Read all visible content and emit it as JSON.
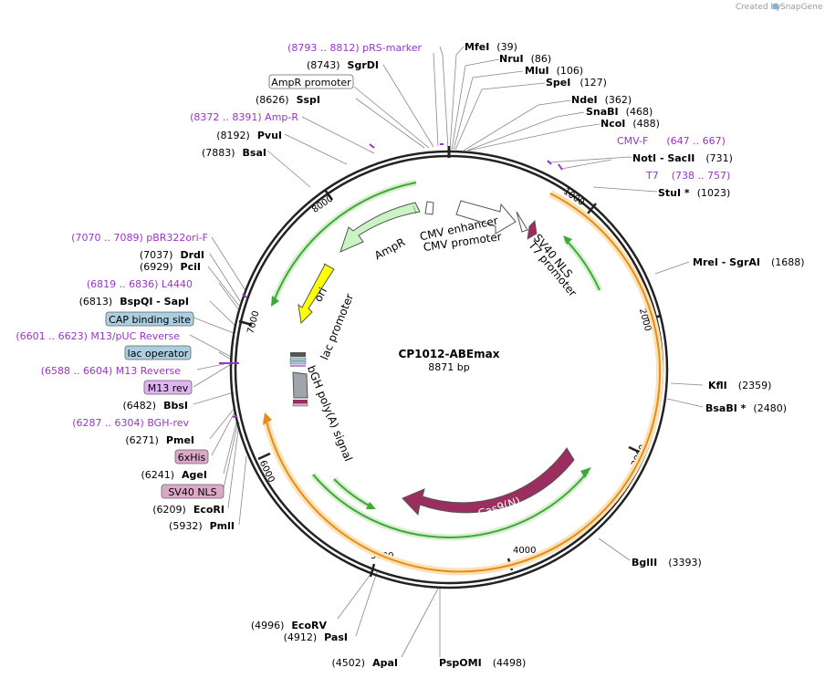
{
  "watermark": {
    "created_by": "Created by",
    "brand": "SnapGene"
  },
  "plasmid": {
    "name": "CP1012-ABEmax",
    "length": "8871 bp"
  },
  "colors": {
    "backbone": "#222222",
    "orange": "#f4a64a",
    "green": "#3ea83a",
    "magenta": "#9b2e5f",
    "purple": "#9933cc",
    "yellow": "#ffff00",
    "lightblue": "#a9cfe0",
    "pink": "#dba8c8"
  },
  "ticks": [
    "1000",
    "2000",
    "3000",
    "4000",
    "5000",
    "6000",
    "7000",
    "8000"
  ],
  "sites": [
    {
      "id": "mfei",
      "name": "MfeI",
      "pos": "(39)"
    },
    {
      "id": "nrui",
      "name": "NruI",
      "pos": "(86)"
    },
    {
      "id": "mlui",
      "name": "MluI",
      "pos": "(106)"
    },
    {
      "id": "spei",
      "name": "SpeI",
      "pos": "(127)"
    },
    {
      "id": "ndei",
      "name": "NdeI",
      "pos": "(362)"
    },
    {
      "id": "snabi",
      "name": "SnaBI",
      "pos": "(468)"
    },
    {
      "id": "ncoi",
      "name": "NcoI",
      "pos": "(488)"
    },
    {
      "id": "notisacii",
      "name": "NotI  - SacII",
      "pos": "(731)"
    },
    {
      "id": "stui",
      "name": "StuI *",
      "pos": "(1023)"
    },
    {
      "id": "mreisgrai",
      "name": "MreI  - SgrAI",
      "pos": "(1688)"
    },
    {
      "id": "kfli",
      "name": "KflI",
      "pos": "(2359)"
    },
    {
      "id": "bsabi",
      "name": "BsaBI *",
      "pos": "(2480)"
    },
    {
      "id": "bglii",
      "name": "BglII",
      "pos": "(3393)"
    },
    {
      "id": "pspomi",
      "name": "PspOMI",
      "pos": "(4498)"
    },
    {
      "id": "apai",
      "name": "ApaI",
      "pos": "(4502)"
    },
    {
      "id": "pasi",
      "name": "PasI",
      "pos": "(4912)"
    },
    {
      "id": "ecorv",
      "name": "EcoRV",
      "pos": "(4996)"
    },
    {
      "id": "pmli",
      "name": "PmlI",
      "pos": "(5932)"
    },
    {
      "id": "ecori",
      "name": "EcoRI",
      "pos": "(6209)"
    },
    {
      "id": "agei",
      "name": "AgeI",
      "pos": "(6241)"
    },
    {
      "id": "pmei",
      "name": "PmeI",
      "pos": "(6271)"
    },
    {
      "id": "bbsi",
      "name": "BbsI",
      "pos": "(6482)"
    },
    {
      "id": "bspqisapi",
      "name": "BspQI  - SapI",
      "pos": "(6813)"
    },
    {
      "id": "pcii",
      "name": "PciI",
      "pos": "(6929)"
    },
    {
      "id": "drdi",
      "name": "DrdI",
      "pos": "(7037)"
    },
    {
      "id": "bsai",
      "name": "BsaI",
      "pos": "(7883)"
    },
    {
      "id": "pvui",
      "name": "PvuI",
      "pos": "(8192)"
    },
    {
      "id": "sspi",
      "name": "SspI",
      "pos": "(8626)"
    },
    {
      "id": "sgrdi",
      "name": "SgrDI",
      "pos": "(8743)"
    }
  ],
  "primers": {
    "prs_marker": "(8793 .. 8812)  pRS-marker",
    "amp_r": "(8372 .. 8391)  Amp-R",
    "cmv_f": "CMV-F",
    "cmv_f_pos": "(647 .. 667)",
    "t7": "T7",
    "t7_pos": "(738 .. 757)",
    "pbr322ori_f": "(7070 .. 7089)  pBR322ori-F",
    "l4440": "(6819 .. 6836)  L4440",
    "m13puc_rev": "(6601 .. 6623)  M13/pUC Reverse",
    "m13_reverse": "(6588 .. 6604)  M13 Reverse",
    "bgh_rev": "(6287 .. 6304)  BGH-rev"
  },
  "boxed": {
    "ampr_promoter": "AmpR promoter",
    "cap_site": "CAP binding site",
    "lac_operator": "lac operator",
    "m13_rev": "M13 rev",
    "his6": "6xHis",
    "sv40nls": "SV40 NLS"
  },
  "features": {
    "cmv_enhancer": "CMV enhancer",
    "cmv_promoter": "CMV promoter",
    "sv40_nls": "SV40 NLS",
    "t7_promoter": "T7 promoter",
    "ampr": "AmpR",
    "ori": "ori",
    "lac_promoter": "lac promoter",
    "bgh": "bGH poly(A) signal",
    "cas9n": "Cas9(N)"
  }
}
